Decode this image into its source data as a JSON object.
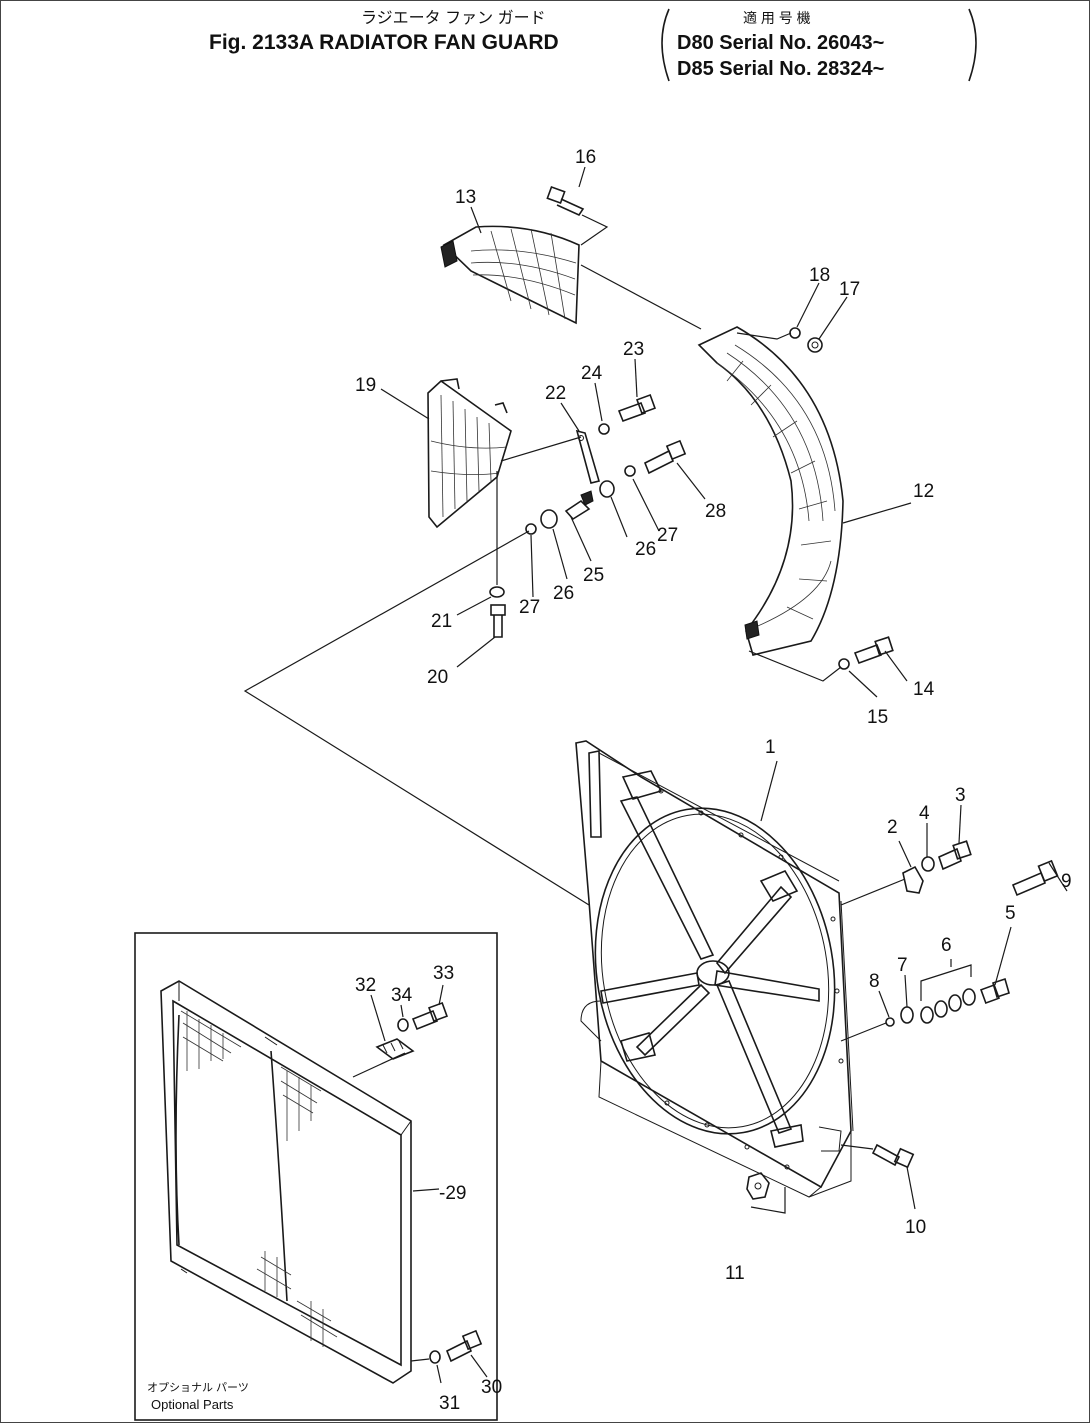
{
  "header": {
    "title_jp": "ラジエータ ファン ガード",
    "title_en": "Fig. 2133A RADIATOR FAN GUARD",
    "applicable_jp": "適 用 号 機",
    "serial_1": "D80 Serial No. 26043~",
    "serial_2": "D85 Serial No. 28324~"
  },
  "inset": {
    "caption_jp": "オプショナル パーツ",
    "caption_en": "Optional Parts"
  },
  "part_labels": {
    "p1": "1",
    "p2": "2",
    "p3": "3",
    "p4": "4",
    "p5": "5",
    "p6": "6",
    "p7": "7",
    "p8": "8",
    "p9": "9",
    "p10": "10",
    "p11": "11",
    "p12": "12",
    "p13": "13",
    "p14": "14",
    "p15": "15",
    "p16": "16",
    "p17": "17",
    "p18": "18",
    "p19": "19",
    "p20": "20",
    "p21": "21",
    "p22": "22",
    "p23": "23",
    "p24": "24",
    "p25": "25",
    "p26a": "26",
    "p26b": "26",
    "p27a": "27",
    "p27b": "27",
    "p28": "28",
    "p29": "-29",
    "p30": "30",
    "p31": "31",
    "p32": "32",
    "p33": "33",
    "p34": "34"
  }
}
